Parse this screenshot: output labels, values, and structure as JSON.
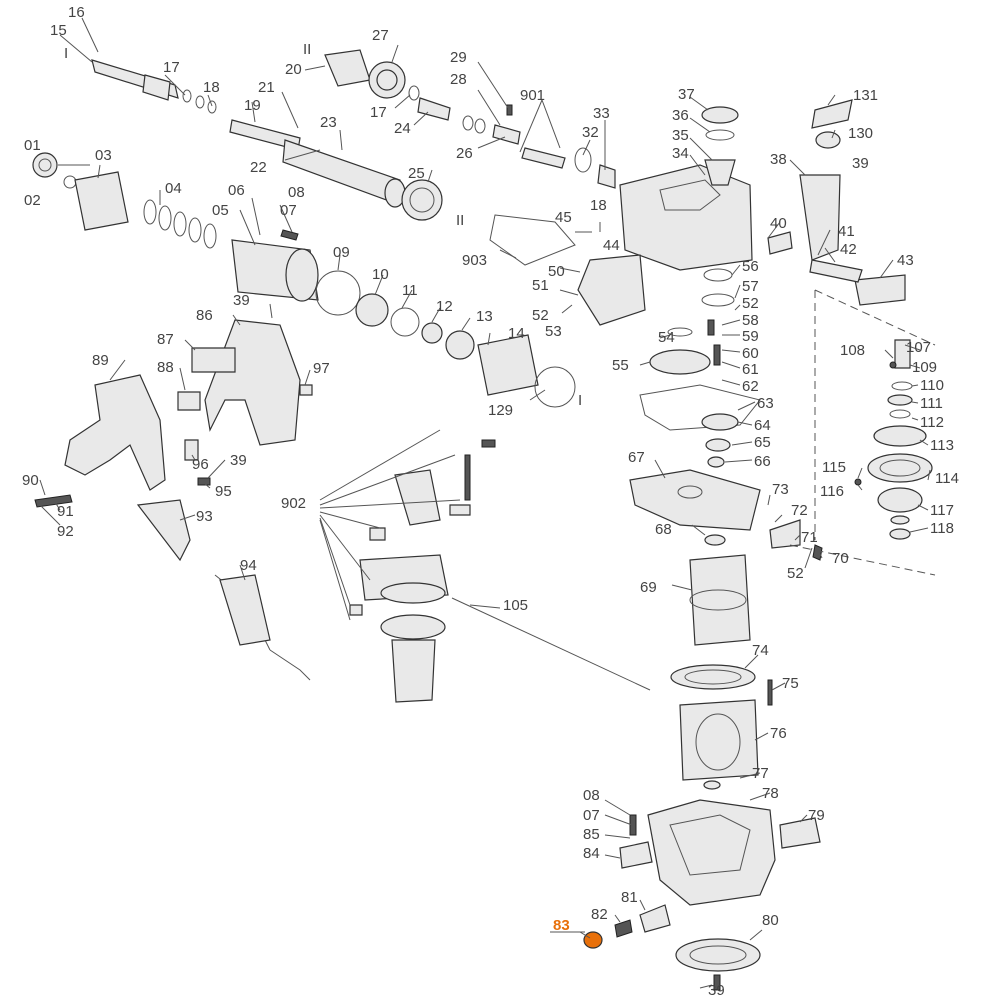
{
  "diagram": {
    "highlight_color": "#e8700a",
    "highlighted_part": "83",
    "roman_marks": [
      "I",
      "II",
      "II",
      "I"
    ],
    "labels": [
      "16",
      "15",
      "17",
      "18",
      "19",
      "21",
      "22",
      "23",
      "27",
      "20",
      "17",
      "24",
      "29",
      "28",
      "26",
      "901",
      "33",
      "32",
      "37",
      "36",
      "35",
      "34",
      "131",
      "130",
      "38",
      "39",
      "01",
      "02",
      "03",
      "04",
      "06",
      "07",
      "08",
      "05",
      "25",
      "18",
      "45",
      "44",
      "903",
      "50",
      "51",
      "52",
      "53",
      "56",
      "57",
      "52",
      "58",
      "59",
      "60",
      "61",
      "62",
      "63",
      "64",
      "65",
      "66",
      "40",
      "41",
      "42",
      "43",
      "09",
      "10",
      "11",
      "12",
      "13",
      "14",
      "129",
      "86",
      "87",
      "88",
      "89",
      "39",
      "97",
      "96",
      "39",
      "95",
      "90",
      "91",
      "92",
      "93",
      "94",
      "902",
      "105",
      "54",
      "55",
      "67",
      "68",
      "73",
      "72",
      "71",
      "52",
      "70",
      "69",
      "74",
      "75",
      "76",
      "77",
      "78",
      "79",
      "108",
      "107",
      "109",
      "110",
      "111",
      "112",
      "113",
      "115",
      "116",
      "114",
      "117",
      "118",
      "08",
      "07",
      "85",
      "84",
      "81",
      "82",
      "83",
      "80",
      "39"
    ]
  }
}
